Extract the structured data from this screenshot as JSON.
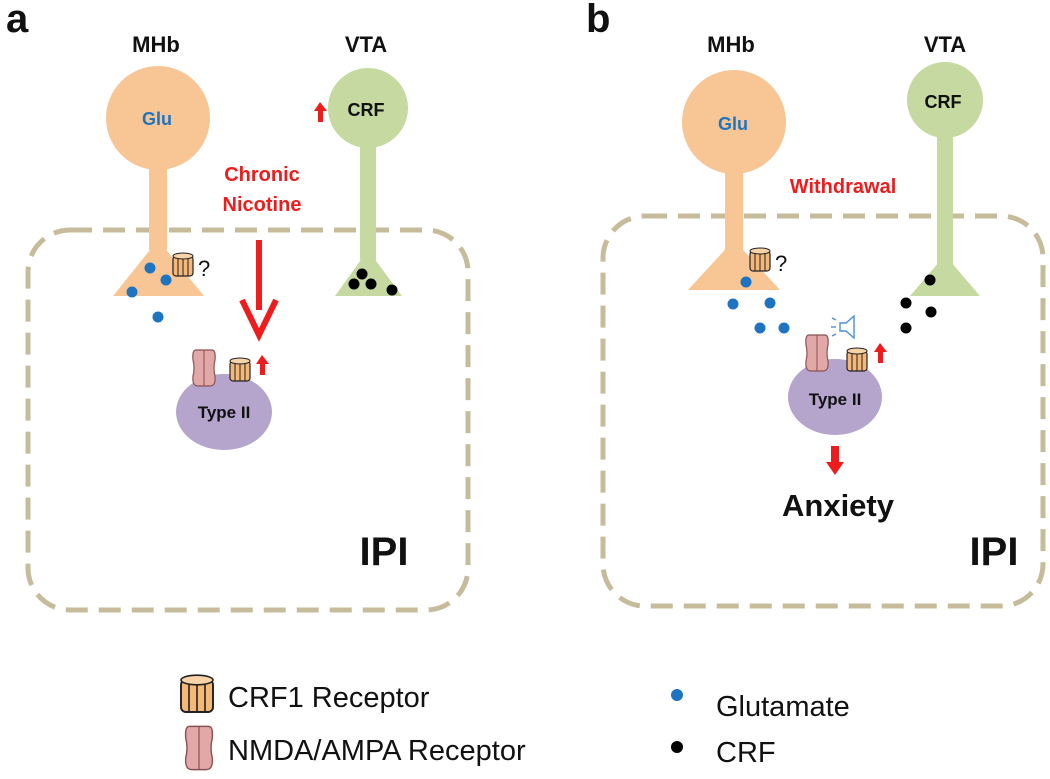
{
  "panels": {
    "a": {
      "letter": "a",
      "neuron_left": "MHb",
      "neuron_right": "VTA",
      "soma_left": "Glu",
      "soma_right": "CRF",
      "condition_line1": "Chronic",
      "condition_line2": "Nicotine",
      "question": "?",
      "target": "Type II",
      "region": "IPI"
    },
    "b": {
      "letter": "b",
      "neuron_left": "MHb",
      "neuron_right": "VTA",
      "soma_left": "Glu",
      "soma_right": "CRF",
      "condition": "Withdrawal",
      "question": "?",
      "target": "Type II",
      "outcome": "Anxiety",
      "region": "IPI"
    }
  },
  "legend": {
    "crf1": "CRF1 Receptor",
    "nmda": "NMDA/AMPA Receptor",
    "glutamate": "Glutamate",
    "crf": "CRF"
  },
  "colors": {
    "glu_neuron": "#f8c595",
    "crf_neuron": "#c5d9a0",
    "type2": "#b5a4cc",
    "glutamate_dot": "#1f74c2",
    "crf_dot": "#000000",
    "arrow": "#ee1c1c",
    "box_border": "#c6bc9c",
    "nmda": "#e2a8a8",
    "crf1": "#f4b879"
  }
}
